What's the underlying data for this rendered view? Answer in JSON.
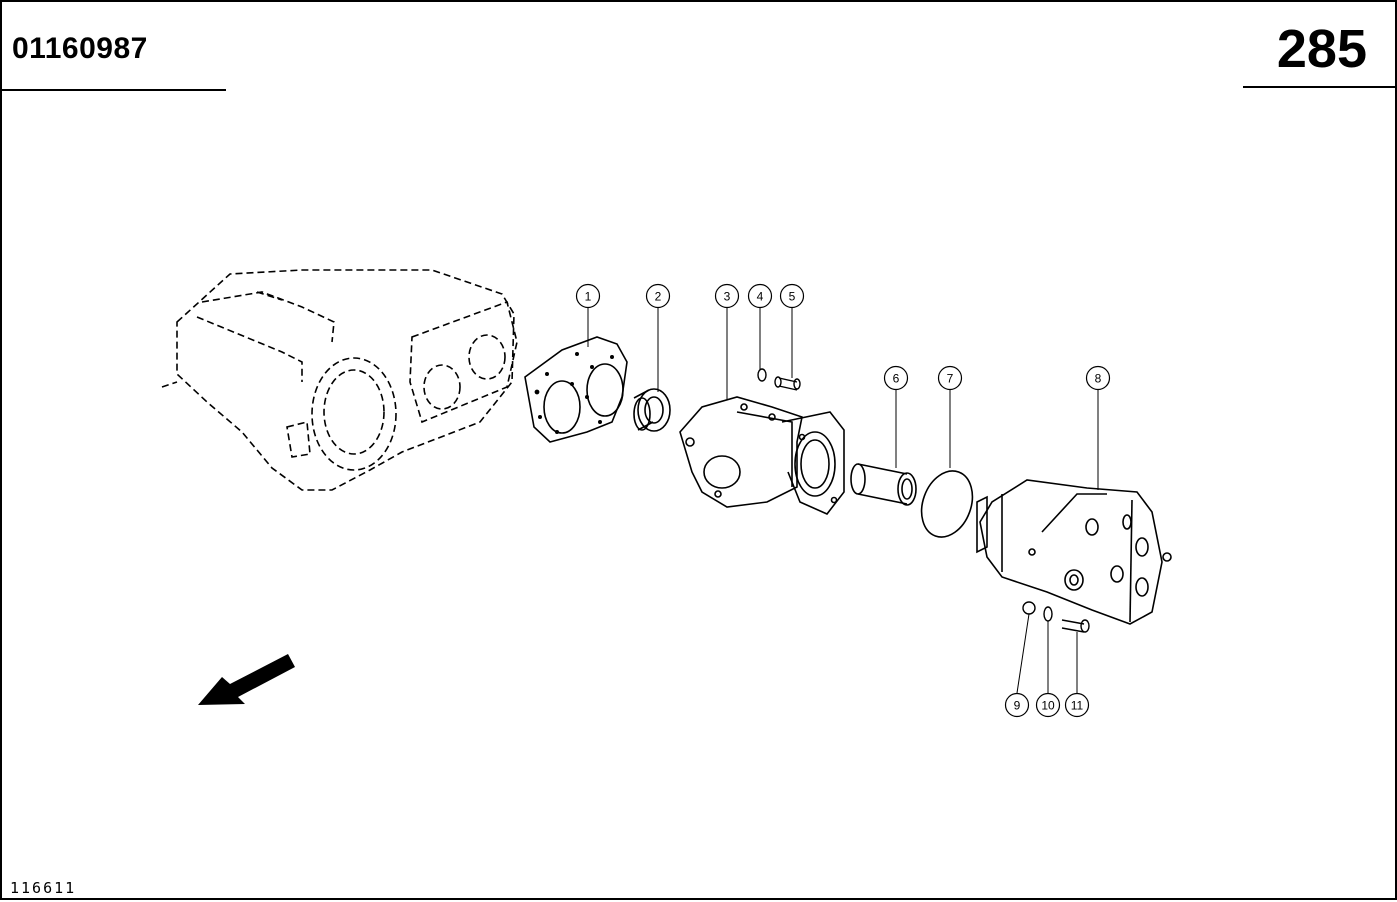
{
  "header": {
    "part_number": "01160987",
    "page_number": "285"
  },
  "footer": {
    "drawing_code": "116611"
  },
  "callouts": [
    "1",
    "2",
    "3",
    "4",
    "5",
    "6",
    "7",
    "8",
    "9",
    "10",
    "11"
  ]
}
